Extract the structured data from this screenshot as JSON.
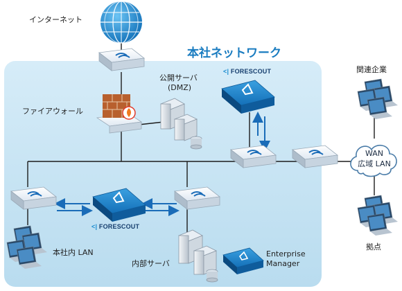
{
  "title": "本社ネットワーク",
  "labels": {
    "internet": "インターネット",
    "firewall": "ファイアウォール",
    "public_server_line1": "公開サーバ",
    "public_server_line2": "(DMZ)",
    "affiliates": "関連企業",
    "wan_line1": "WAN",
    "wan_line2": "広域 LAN",
    "branch": "拠点",
    "hq_lan": "本社内 LAN",
    "internal_server": "内部サーバ",
    "enterprise_manager_line1": "Enterprise",
    "enterprise_manager_line2": "Manager"
  },
  "brand": {
    "name": "FORESCOUT",
    "mark": "<|"
  },
  "colors": {
    "zone_fill": "#c6e4f4",
    "title": "#1a7cc0",
    "arrow": "#1a6cb8",
    "forescout_device": "#1778c0",
    "switch_device": "#e8f0f8",
    "globe": "#1a8fd8"
  },
  "icons": [
    "globe-icon",
    "switch-icon",
    "firewall-icon",
    "server-icon",
    "forescout-appliance-icon",
    "laptop-group-icon",
    "cloud-icon",
    "double-arrow-icon"
  ]
}
